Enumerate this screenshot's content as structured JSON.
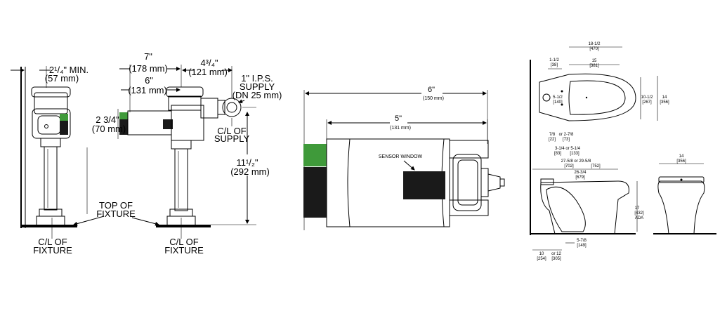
{
  "colors": {
    "sensor_green": "#3f9a3a",
    "window_black": "#1a1a1a"
  },
  "left_view": {
    "min_label": "2¹/₄\" MIN.",
    "min_mm": "(57 mm)",
    "top_of_fixture": [
      "TOP OF",
      "FIXTURE"
    ],
    "cl_fixture_left": [
      "C/L OF",
      "FIXTURE"
    ],
    "cl_fixture_right": [
      "C/L OF",
      "FIXTURE"
    ],
    "dim_7": "7\"",
    "dim_7_mm": "(178 mm)",
    "dim_6": "6\"",
    "dim_6_mm": "(131 mm)",
    "dim_434": "4³/₄\"",
    "dim_434_mm": "(121 mm)",
    "dim_234": "2 3/4\"",
    "dim_234_mm": "(70 mm)",
    "ips": [
      "1\" I.P.S.",
      "SUPPLY",
      "(DN 25 mm)"
    ],
    "cl_supply": [
      "C/L OF",
      "SUPPLY"
    ],
    "dim_1112": "11¹/₂\"",
    "dim_1112_mm": "(292 mm)"
  },
  "middle_view": {
    "dim_6": "6\"",
    "dim_6_mm": "(150 mm)",
    "dim_5": "5\"",
    "dim_5_mm": "(131 mm)",
    "sensor_window": "SENSOR WINDOW"
  },
  "right_view": {
    "top": {
      "d1812": "18-1/2",
      "d1812_mm": "[470]",
      "d112": "1-1/2",
      "d112_mm": "[38]",
      "d15": "15",
      "d15_mm": "[381]",
      "d512": "5-1/2",
      "d512_mm": "[140]",
      "d10": "10-1/2",
      "d10_mm": "[267]",
      "d14": "14",
      "d14_mm": "[356]"
    },
    "side": {
      "d78": "7/8",
      "d78_alt": "or 2-7/8",
      "d78_mm": "[22]",
      "d78_alt_mm": "[73]",
      "d314": "3-1/4 or 5-1/4",
      "d314_mm": "[83]",
      "d314_alt_mm": "[133]",
      "d2758": "27-5/8 or 29-5/8",
      "d2758_mm": "[702]",
      "d2758_alt_mm": "[752]",
      "d2634": "26-3/4",
      "d2634_mm": "[679]",
      "d17": "17",
      "d17_mm": "[432]",
      "d17_note": "ADA",
      "d578": "5-7/8",
      "d578_mm": "[149]",
      "d10": "10",
      "d10_alt": "or 12",
      "d10_mm": "[254]",
      "d10_alt_mm": "[305]"
    },
    "front": {
      "d14": "14",
      "d14_mm": "[356]"
    }
  }
}
